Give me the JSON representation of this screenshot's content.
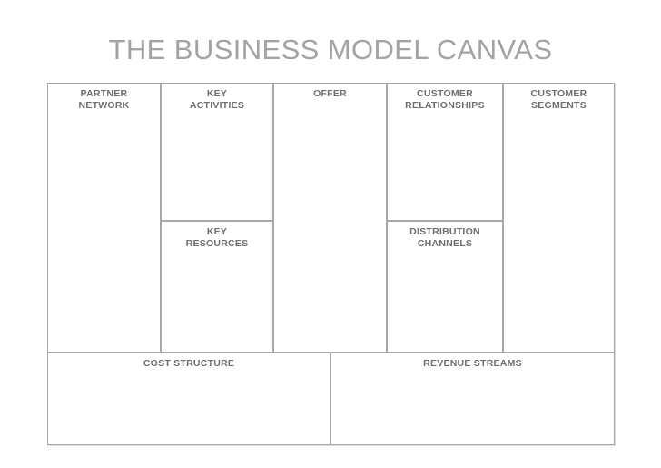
{
  "title": "THE BUSINESS MODEL CANVAS",
  "colors": {
    "background": "#ffffff",
    "title_text": "#a3a3a3",
    "cell_label_text": "#6e6e6e",
    "cell_border": "#a8a8a8"
  },
  "canvas": {
    "blocks": [
      {
        "key": "partner_network",
        "label": "PARTNER\nNETWORK"
      },
      {
        "key": "key_activities",
        "label": "KEY\nACTIVITIES"
      },
      {
        "key": "key_resources",
        "label": "KEY\nRESOURCES"
      },
      {
        "key": "offer",
        "label": "OFFER"
      },
      {
        "key": "customer_relationships",
        "label": "CUSTOMER\nRELATIONSHIPS"
      },
      {
        "key": "distribution_channels",
        "label": "DISTRIBUTION\nCHANNELS"
      },
      {
        "key": "customer_segments",
        "label": "CUSTOMER\nSEGMENTS"
      },
      {
        "key": "cost_structure",
        "label": "COST STRUCTURE"
      },
      {
        "key": "revenue_streams",
        "label": "REVENUE STREAMS"
      }
    ]
  }
}
